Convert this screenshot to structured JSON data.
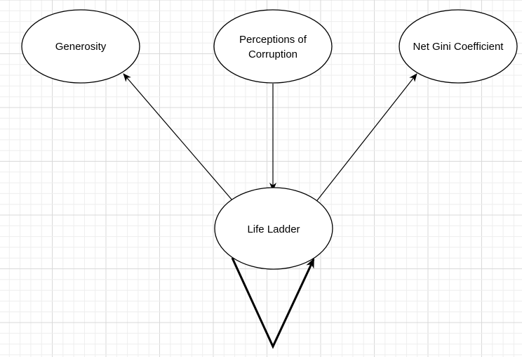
{
  "colors": {
    "background": "#ffffff",
    "grid_minor": "#eeeeee",
    "grid_major": "#d9d9d9",
    "stroke": "#000000"
  },
  "nodes": {
    "generosity": {
      "label": "Generosity"
    },
    "perceptions_of_corruption": {
      "label_line1": "Perceptions of",
      "label_line2": "Corruption"
    },
    "net_gini_coefficient": {
      "label": "Net Gini Coefficient"
    },
    "life_ladder": {
      "label": "Life Ladder"
    }
  },
  "edges": [
    {
      "from": "life_ladder",
      "to": "generosity"
    },
    {
      "from": "perceptions_of_corruption",
      "to": "life_ladder"
    },
    {
      "from": "life_ladder",
      "to": "net_gini_coefficient"
    },
    {
      "from": "life_ladder",
      "to": "life_ladder",
      "kind": "self-loop"
    }
  ]
}
